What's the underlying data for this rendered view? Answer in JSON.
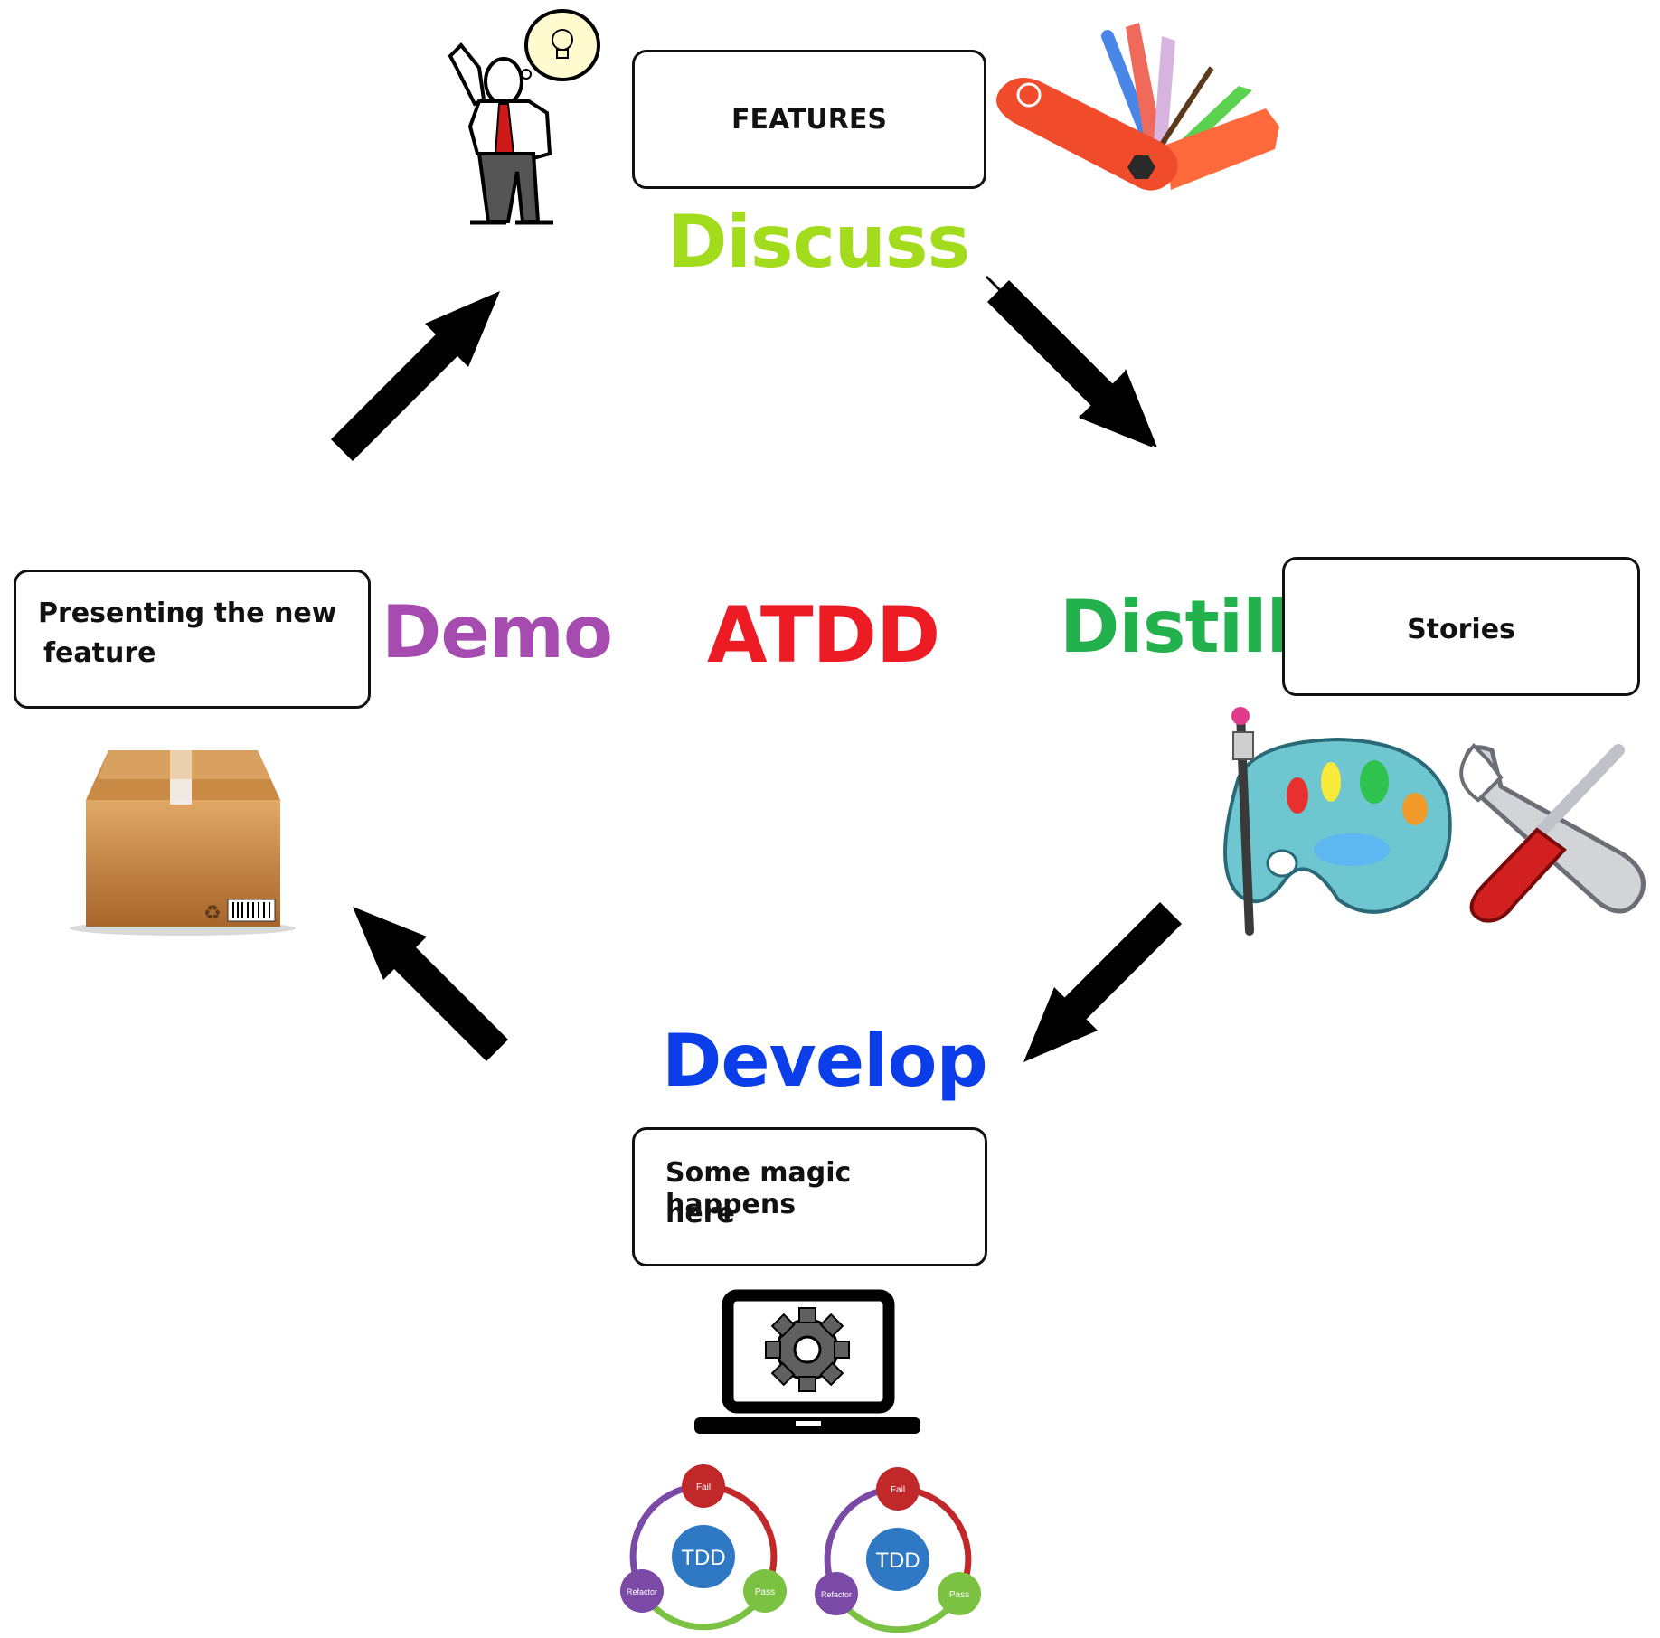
{
  "center_title": "ATDD",
  "stages": {
    "discuss": {
      "label": "Discuss",
      "box_text": "FEATURES"
    },
    "distill": {
      "label": "Distill",
      "box_text": "Stories"
    },
    "develop": {
      "label": "Develop",
      "box_text_line1": "Some magic happens",
      "box_text_line2": "here"
    },
    "demo": {
      "label": "Demo",
      "box_text_line1": "Presenting the new",
      "box_text_line2": "feature"
    }
  },
  "tdd_cycles": [
    {
      "center": "TDD",
      "fail": "Fail",
      "pass": "Pass",
      "refactor": "Refactor"
    },
    {
      "center": "TDD",
      "fail": "Fail",
      "pass": "Pass",
      "refactor": "Refactor"
    }
  ],
  "colors": {
    "discuss": "#a3dc1c",
    "distill": "#22b14c",
    "develop": "#0b3ee8",
    "demo": "#a64cb0",
    "atdd": "#ed1c24",
    "arrow": "#000000"
  },
  "icons": {
    "discuss_left": "thinking-person-icon",
    "discuss_right": "swiss-army-knife-icon",
    "distill_left": "paint-palette-icon",
    "distill_right": "wrench-screwdriver-icon",
    "develop": "laptop-gear-icon",
    "demo": "cardboard-box-icon"
  }
}
